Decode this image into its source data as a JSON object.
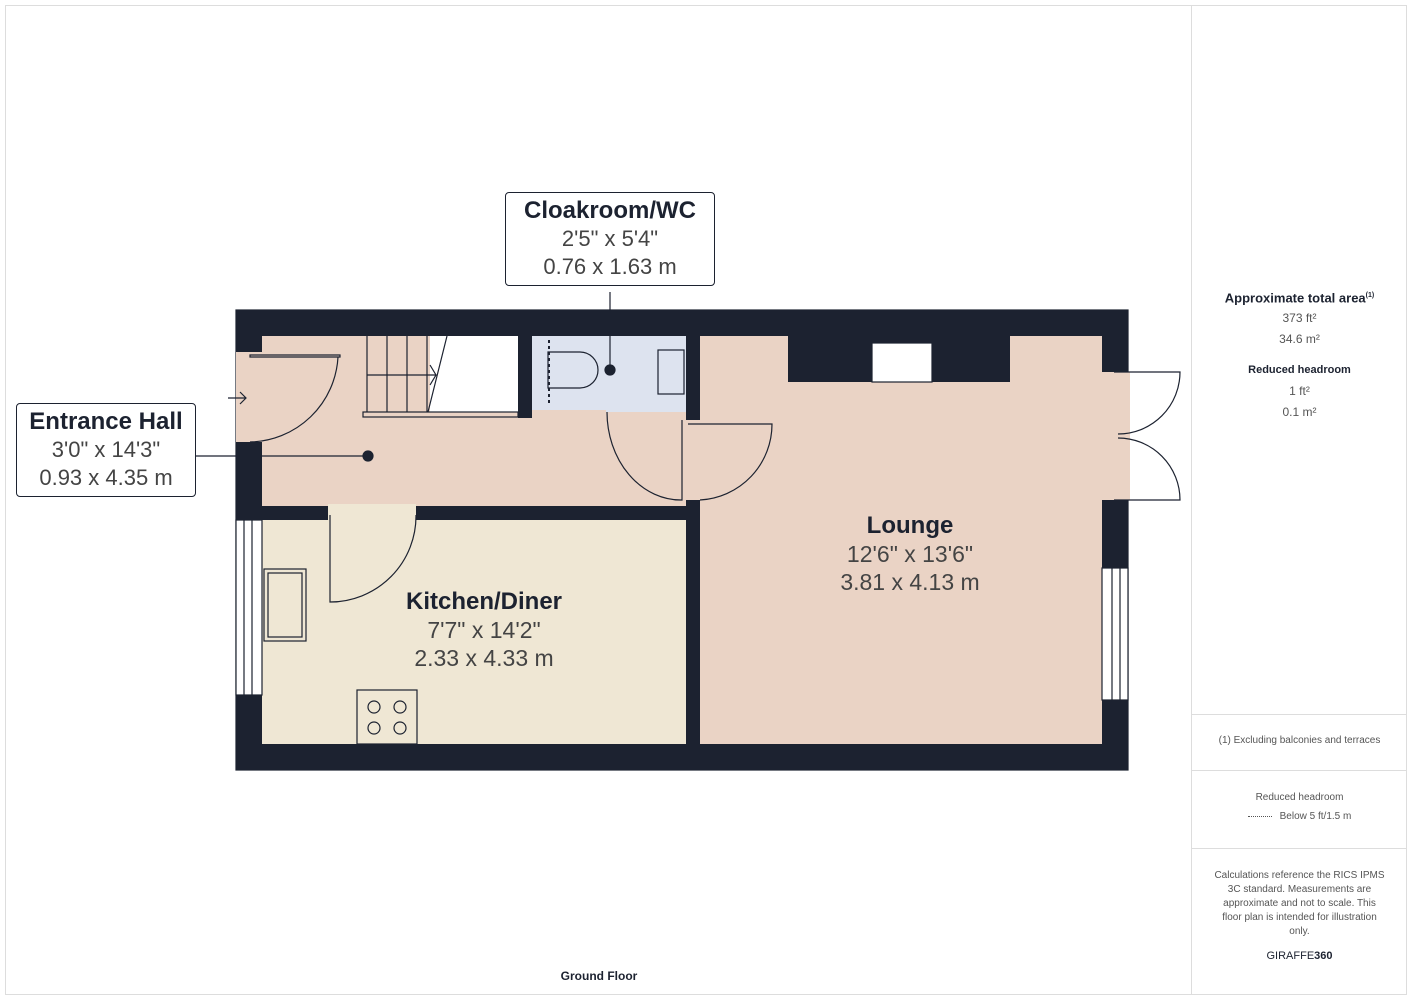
{
  "rooms": {
    "entrance": {
      "name": "Entrance Hall",
      "imperial": "3'0\" x 14'3\"",
      "metric": "0.93 x 4.35 m"
    },
    "cloakroom": {
      "name": "Cloakroom/WC",
      "imperial": "2'5\" x 5'4\"",
      "metric": "0.76 x 1.63 m"
    },
    "kitchen": {
      "name": "Kitchen/Diner",
      "imperial": "7'7\" x 14'2\"",
      "metric": "2.33 x 4.33 m"
    },
    "lounge": {
      "name": "Lounge",
      "imperial": "12'6\" x 13'6\"",
      "metric": "3.81 x 4.13 m"
    }
  },
  "floor_label": "Ground Floor",
  "sidebar": {
    "total_title": "Approximate total area",
    "total_sup": "(1)",
    "total_ft": "373 ft²",
    "total_m": "34.6 m²",
    "reduced_title": "Reduced headroom",
    "reduced_ft": "1 ft²",
    "reduced_m": "0.1 m²",
    "footnote": "(1) Excluding balconies and terraces",
    "legend_title": "Reduced headroom",
    "legend_item": "Below 5 ft/1.5 m",
    "disclaimer": "Calculations reference the RICS IPMS 3C standard. Measurements are approximate and not to scale. This floor plan is intended for illustration only.",
    "brand_a": "GIRAFFE",
    "brand_b": "360"
  },
  "colors": {
    "wall": "#1c2230",
    "hall": "#ead3c5",
    "kitchen": "#efe7d4",
    "wc": "#dde3ef"
  }
}
